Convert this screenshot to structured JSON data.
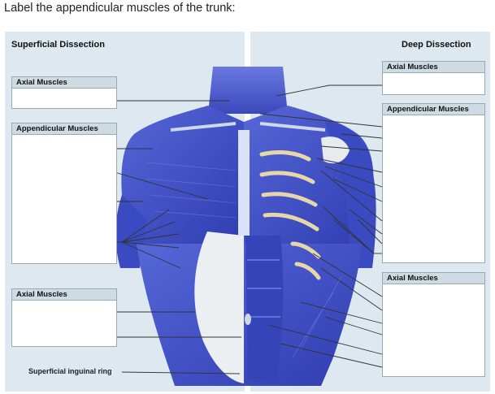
{
  "question": "Label the appendicular muscles of the trunk:",
  "left_header": "Superficial Dissection",
  "right_header": "Deep Dissection",
  "boxes": {
    "axial_top_left": "Axial Muscles",
    "appendicular_left": "Appendicular Muscles",
    "axial_bottom_left": "Axial Muscles",
    "axial_top_right": "Axial Muscles",
    "appendicular_right": "Appendicular Muscles",
    "axial_bottom_right": "Axial Muscles"
  },
  "inguinal_label": "Superficial inguinal ring",
  "colors": {
    "muscle": "#3e4fc8",
    "muscle_light": "#6f7fe0",
    "tendon": "#e9ecef",
    "panel": "#dde8f0",
    "leader": "#333333"
  }
}
